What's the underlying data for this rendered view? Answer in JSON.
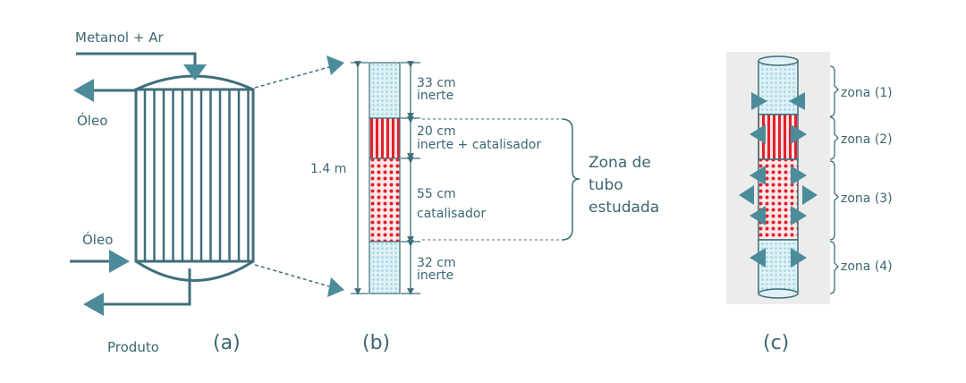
{
  "panel_a": {
    "label": "(a)",
    "inlet": "Metanol + Ar",
    "oil_out": "Óleo",
    "oil_in": "Óleo",
    "product": "Produto"
  },
  "panel_b": {
    "label": "(b)",
    "length": "1.4 m",
    "sections": [
      {
        "size": "33 cm",
        "name": "inerte"
      },
      {
        "size": "20 cm",
        "name": "inerte + catalisador"
      },
      {
        "size": "55 cm",
        "name": "catalisador"
      },
      {
        "size": "32 cm",
        "name": "inerte"
      }
    ],
    "zone_label": [
      "Zona de",
      "tubo",
      "estudada"
    ]
  },
  "panel_c": {
    "label": "(c)",
    "zones": [
      "zona (1)",
      "zona (2)",
      "zona (3)",
      "zona (4)"
    ]
  },
  "colors": {
    "teal": "#3f6f7a",
    "arrow": "#4c8b9a",
    "red": "#e4202c",
    "blue": "#bfe3ee"
  }
}
